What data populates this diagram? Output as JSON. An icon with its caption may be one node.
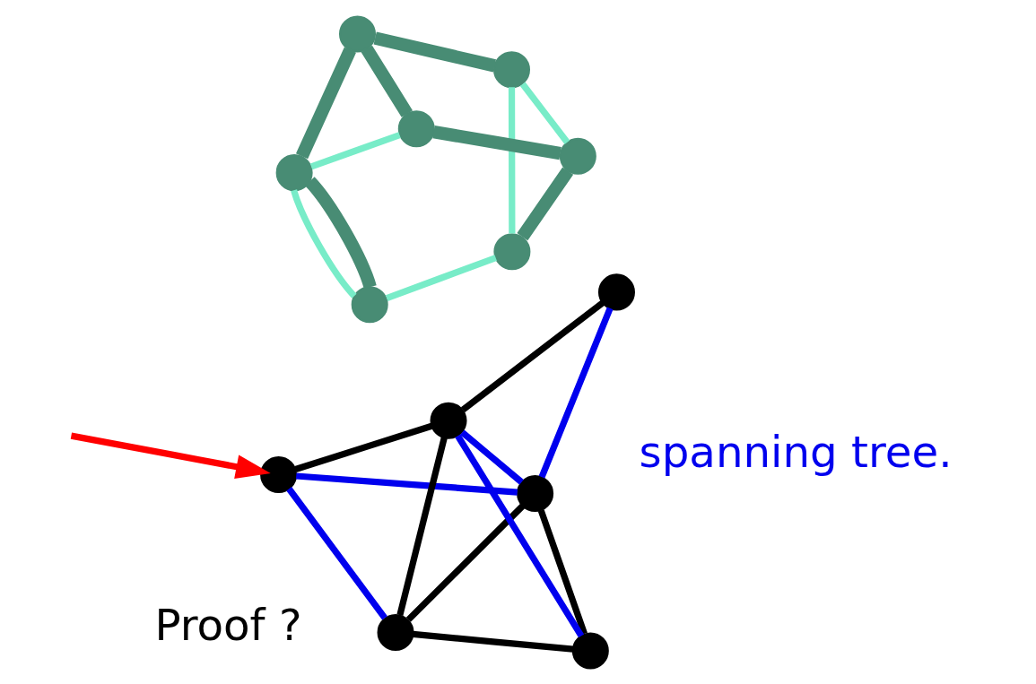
{
  "diagram": {
    "nodes": [
      {
        "text": [],
        "shape": "circle"
      },
      {
        "text": [],
        "shape": "circle"
      },
      {
        "text": [],
        "shape": "circle"
      },
      {
        "text": [],
        "shape": "circle"
      },
      {
        "text": [],
        "shape": "circle"
      },
      {
        "text": [],
        "shape": "circle"
      },
      {
        "text": [],
        "shape": "circle"
      },
      {
        "text": [],
        "shape": "circle"
      },
      {
        "text": [],
        "shape": "circle"
      },
      {
        "text": [],
        "shape": "circle"
      },
      {
        "text": [],
        "shape": "circle"
      },
      {
        "text": [],
        "shape": "circle"
      },
      {
        "text": [],
        "shape": "circle"
      }
    ],
    "edges": [
      {
        "from": 2,
        "to": 0,
        "arrow": "none",
        "color": "#0000ee"
      },
      {
        "from": 0,
        "to": 1,
        "arrow": "none",
        "color": "#0000ee"
      },
      {
        "from": 1,
        "to": 4,
        "arrow": "none",
        "color": "#0000ee"
      },
      {
        "from": 1,
        "to": 3,
        "arrow": "none",
        "color": "#0000ee"
      },
      {
        "from": 3,
        "to": 5,
        "arrow": "none",
        "color": "#0000ee"
      },
      {
        "from": 0,
        "to": 3,
        "arrow": "none"
      },
      {
        "from": 2,
        "to": 1,
        "arrow": "none"
      },
      {
        "from": 2,
        "to": 3,
        "arrow": "none"
      },
      {
        "from": 2,
        "to": 5,
        "arrow": "none"
      },
      {
        "from": 1,
        "to": 5,
        "arrow": "none"
      },
      {
        "from": 4,
        "to": 3,
        "arrow": "none"
      },
      {
        "from": 6,
        "to": 11,
        "arrow": "none",
        "style": "thick",
        "color": "#488c74"
      },
      {
        "from": 11,
        "to": 9,
        "arrow": "none",
        "style": "thick",
        "color": "#488c74"
      },
      {
        "from": 9,
        "to": 8,
        "arrow": "none",
        "style": "thick",
        "color": "#488c74"
      },
      {
        "from": 11,
        "to": 12,
        "arrow": "none",
        "style": "thick",
        "color": "#488c74"
      },
      {
        "from": 12,
        "to": 10,
        "arrow": "none",
        "style": "thick",
        "color": "#488c74"
      },
      {
        "from": 7,
        "to": 10,
        "arrow": "none",
        "style": "thick",
        "color": "#488c74"
      },
      {
        "from": 6,
        "to": 10,
        "arrow": "none",
        "color": "#78ecc8"
      },
      {
        "from": 6,
        "to": 7,
        "arrow": "none",
        "color": "#78ecc8"
      },
      {
        "from": 7,
        "to": 8,
        "arrow": "none",
        "color": "#78ecc8"
      },
      {
        "from": 8,
        "to": 9,
        "arrow": "none",
        "color": "#78ecc8"
      },
      {
        "from": 9,
        "to": 12,
        "arrow": "none",
        "color": "#78ecc8"
      },
      {
        "from": null,
        "to": 0,
        "arrow": "to",
        "color": "#ff0000"
      }
    ],
    "labels": [
      "spanning tree.",
      "Proof ?"
    ]
  }
}
